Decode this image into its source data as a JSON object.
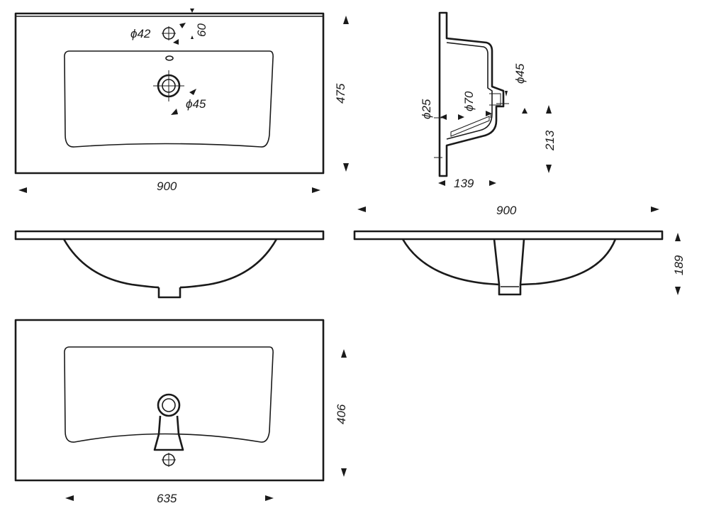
{
  "top_view": {
    "width": "900",
    "depth": "475",
    "tap_hole_diameter": "ϕ42",
    "tap_hole_offset": "60",
    "drain_diameter": "ϕ45"
  },
  "side_section": {
    "overflow_diameter": "ϕ45",
    "outlet_diameter": "ϕ25",
    "pipe_diameter": "ϕ70",
    "height": "213",
    "bowl_depth_offset": "139"
  },
  "rear_elevation": {
    "width": "900",
    "height": "189"
  },
  "bottom_view": {
    "bowl_depth": "406",
    "bowl_width": "635"
  }
}
